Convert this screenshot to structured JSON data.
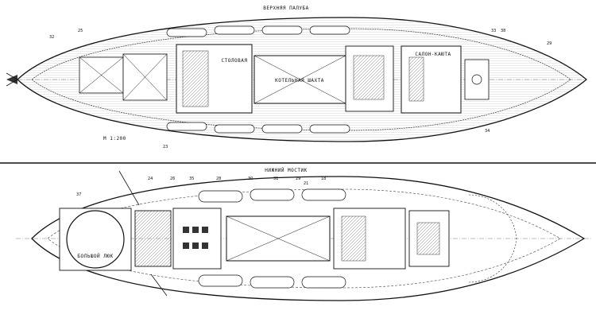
{
  "upper_plan": {
    "title": "ВЕРХНЯЯ ПАЛУБА",
    "labels": {
      "canteen": "СТОЛОВАЯ",
      "galley_hatch": "КОТЕЛЬНАЯ ШАХТА",
      "cabin": "САЛОН-КАЮТА",
      "scale": "М 1:200"
    },
    "callouts": [
      "25",
      "23",
      "29",
      "32",
      "34",
      "33",
      "38"
    ]
  },
  "lower_plan": {
    "title": "НИЖНИЙ МОСТИК",
    "labels": {
      "helipad": "БОЛЬШОЙ ЛЮК"
    },
    "callouts": [
      "37",
      "24",
      "26",
      "35",
      "28",
      "30",
      "31",
      "29",
      "18",
      "21"
    ]
  }
}
